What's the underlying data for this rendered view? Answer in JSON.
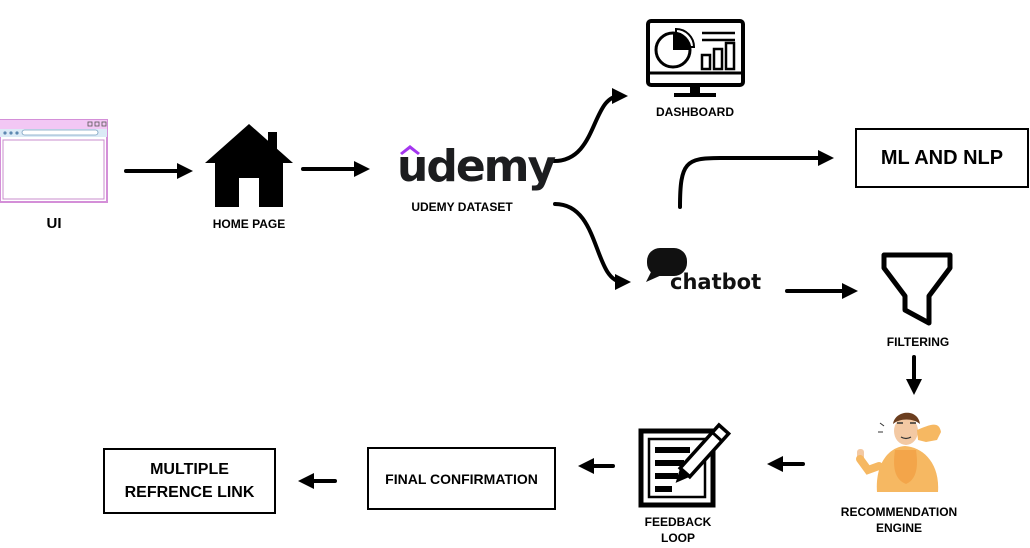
{
  "nodes": {
    "ui": {
      "label": "UI"
    },
    "home": {
      "label": "HOME PAGE"
    },
    "udemy": {
      "logo_text": "udemy",
      "label": "UDEMY DATASET",
      "brand_color": "#a435f0"
    },
    "dashboard": {
      "label": "DASHBOARD"
    },
    "ml_nlp": {
      "label": "ML AND NLP"
    },
    "chatbot": {
      "logo_text": "chatbot"
    },
    "filtering": {
      "label": "FILTERING"
    },
    "recommendation": {
      "label_line1": "RECOMMENDATION",
      "label_line2": "ENGINE"
    },
    "feedback": {
      "label_line1": "FEEDBACK",
      "label_line2": "LOOP"
    },
    "final": {
      "label": "FINAL CONFIRMATION"
    },
    "multiple": {
      "label_line1": "MULTIPLE",
      "label_line2": "REFRENCE LINK"
    }
  },
  "colors": {
    "line": "#000000",
    "browser_accent": "#e9a9ec",
    "browser_bar": "#cfe3f2",
    "person_shirt": "#f6b862",
    "person_skin": "#f3c9a3"
  }
}
